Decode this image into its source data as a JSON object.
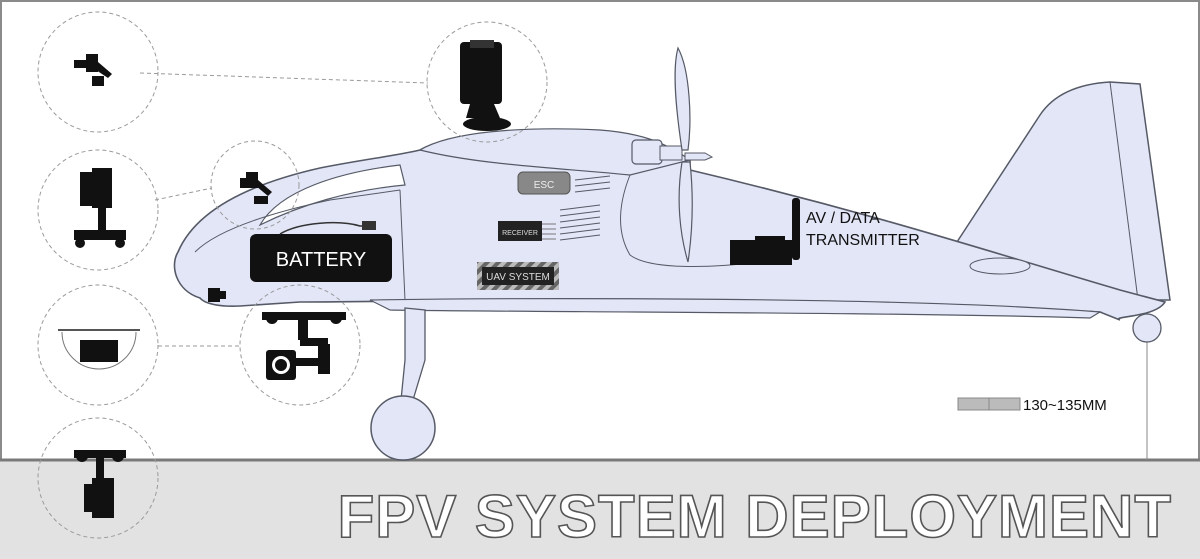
{
  "labels": {
    "battery": "BATTERY",
    "esc": "ESC",
    "receiver": "RECEIVER",
    "uav_system": "UAV SYSTEM",
    "av_line1": "AV / DATA",
    "av_line2": "TRANSMITTER",
    "measurement": "130~135MM"
  },
  "banner": {
    "title": "FPV SYSTEM DEPLOYMENT"
  },
  "colors": {
    "fuselage": "#e3e6f7",
    "outline": "#555a66",
    "component": "#111111",
    "banner_bg": "#e2e2e2",
    "banner_border": "#7a7a7a",
    "banner_text": "#ffffff",
    "detail_circle": "#9a9a9a"
  },
  "icons": [
    "gimbal-camera-icon",
    "fpv-camera-icon",
    "tilt-mount-icon",
    "dome-camera-icon",
    "two-axis-gimbal-icon",
    "hanging-camera-icon"
  ]
}
